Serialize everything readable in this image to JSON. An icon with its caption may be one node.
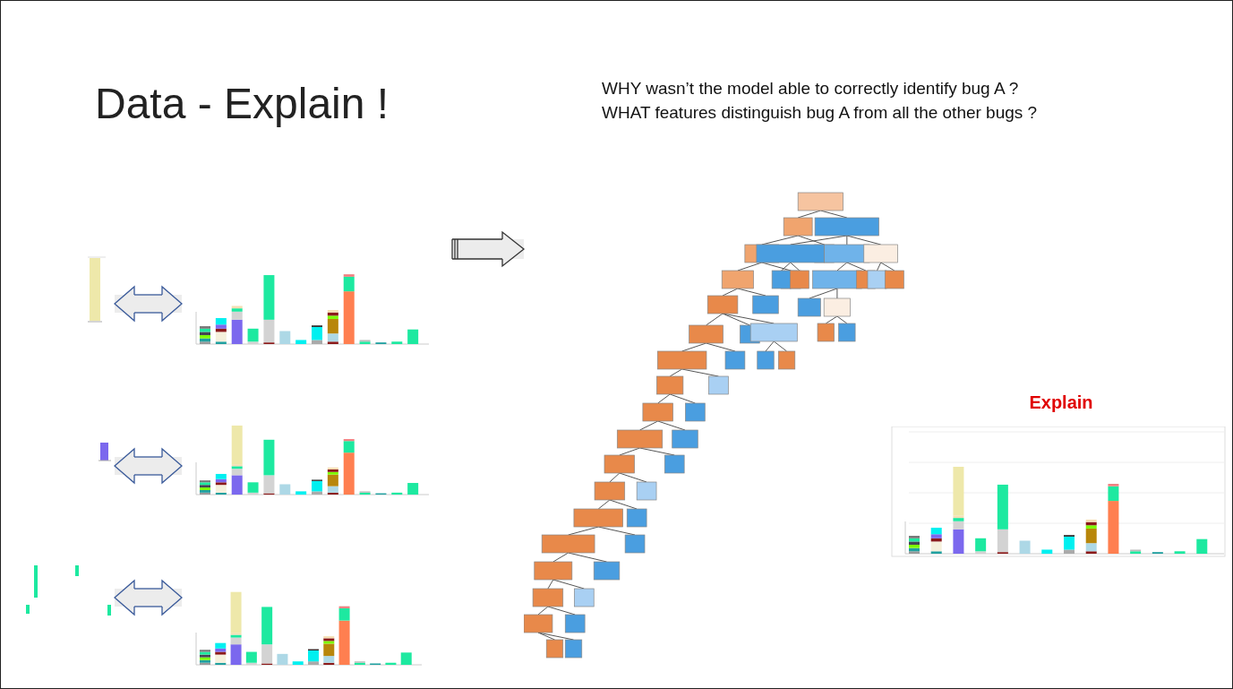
{
  "diagram": {
    "title": "Data - Explain !",
    "nodes": [
      {
        "text": [],
        "shape": "bar"
      },
      {
        "text": [],
        "shape": "picture"
      },
      {
        "text": [],
        "shape": "bar"
      },
      {
        "text": [],
        "shape": "picture"
      },
      {
        "text": [],
        "shape": "bar"
      },
      {
        "text": [],
        "shape": "picture"
      },
      {
        "text": [],
        "shape": "picture"
      },
      {
        "text": [
          "Explain"
        ]
      }
    ],
    "edges": [
      {
        "from": 0,
        "to": 1,
        "arrow": "both"
      },
      {
        "from": 2,
        "to": 3,
        "arrow": "both"
      },
      {
        "from": 4,
        "to": 5,
        "arrow": "both"
      },
      {
        "from": null,
        "to": 6,
        "arrow": "to"
      }
    ],
    "labels": [
      "WHY wasn’t the model able to correctly identify bug A ?",
      "WHAT features distinguish bug A from all the other bugs ?"
    ]
  }
}
